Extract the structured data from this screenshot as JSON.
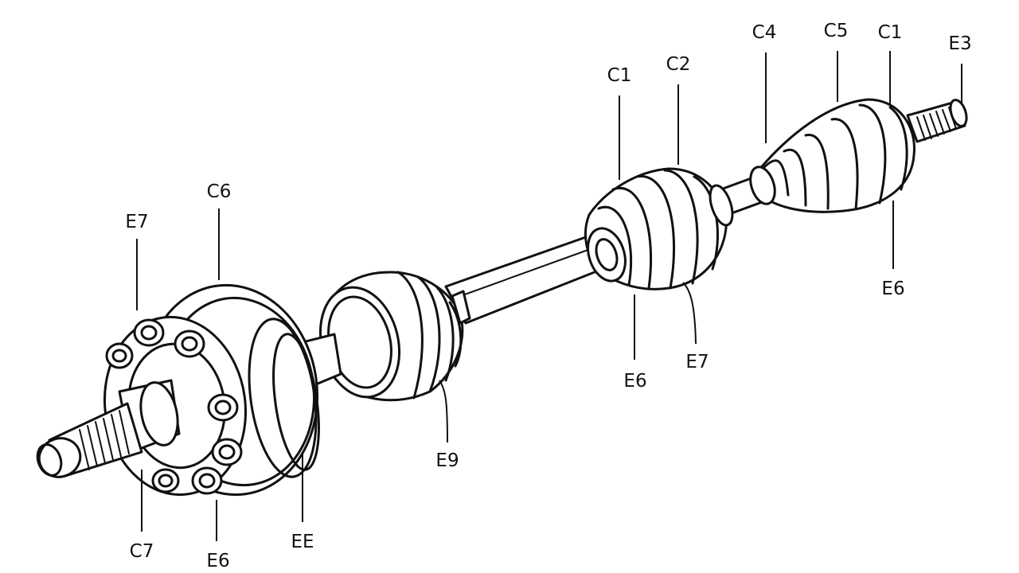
{
  "diagram": {
    "callouts": [
      {
        "id": "c6-left",
        "label": "C6"
      },
      {
        "id": "e7-left",
        "label": "E7"
      },
      {
        "id": "c7-left",
        "label": "C7"
      },
      {
        "id": "e6-left",
        "label": "E6"
      },
      {
        "id": "ee-left",
        "label": "EE"
      },
      {
        "id": "e9-mid",
        "label": "E9"
      },
      {
        "id": "c1-mid",
        "label": "C1"
      },
      {
        "id": "c2-mid",
        "label": "C2"
      },
      {
        "id": "e6-mid",
        "label": "E6"
      },
      {
        "id": "e7-mid",
        "label": "E7"
      },
      {
        "id": "c4-right",
        "label": "C4"
      },
      {
        "id": "c5-right",
        "label": "C5"
      },
      {
        "id": "c1-right",
        "label": "C1"
      },
      {
        "id": "e3-right",
        "label": "E3"
      },
      {
        "id": "e6-right",
        "label": "E6"
      }
    ]
  }
}
